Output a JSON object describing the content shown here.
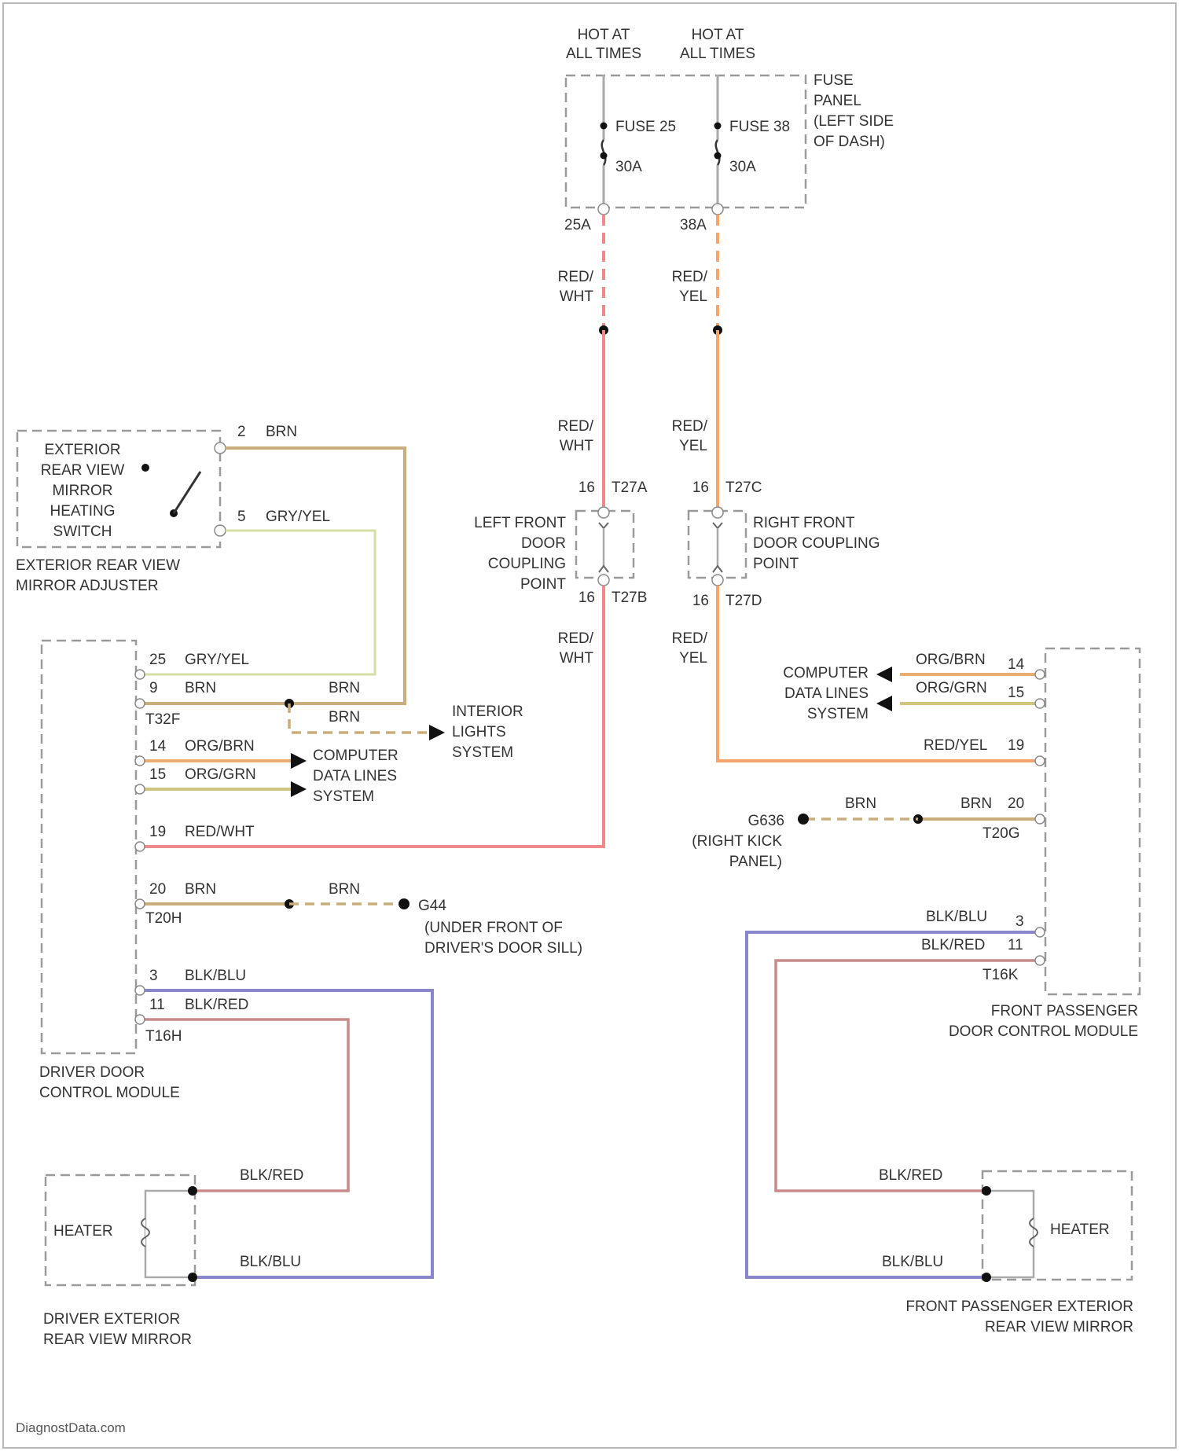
{
  "colors": {
    "red_wht": "#f08a8a",
    "red_yel": "#f4a56e",
    "brn": "#c9ad7a",
    "gry_yel": "#d4dfa6",
    "org_brn": "#e9ad70",
    "org_grn": "#cfc57e",
    "blk_blu": "#8a86cc",
    "blk_red": "#c98a8a",
    "fuse_wire": "#aaaaaa"
  },
  "labels": {
    "hot1_a": "HOT AT",
    "hot1_b": "ALL TIMES",
    "hot2_a": "HOT AT",
    "hot2_b": "ALL TIMES",
    "fuse_panel_1": "FUSE",
    "fuse_panel_2": "PANEL",
    "fuse_panel_3": "(LEFT SIDE",
    "fuse_panel_4": "OF DASH)",
    "fuse25": "FUSE 25",
    "fuse25_amps": "30A",
    "fuse38": "FUSE 38",
    "fuse38_amps": "30A",
    "term25a": "25A",
    "term38a": "38A",
    "w_redwht_1a": "RED/",
    "w_redwht_1b": "WHT",
    "w_redyel_1a": "RED/",
    "w_redyel_1b": "YEL",
    "w_redwht_2a": "RED/",
    "w_redwht_2b": "WHT",
    "w_redyel_2a": "RED/",
    "w_redyel_2b": "YEL",
    "w_redwht_3a": "RED/",
    "w_redwht_3b": "WHT",
    "w_redyel_3a": "RED/",
    "w_redyel_3b": "YEL",
    "lf_pin_top": "16",
    "lf_conn_top": "T27A",
    "lf_pin_bot": "16",
    "lf_conn_bot": "T27B",
    "rf_pin_top": "16",
    "rf_conn_top": "T27C",
    "rf_pin_bot": "16",
    "rf_conn_bot": "T27D",
    "lf_coupling_1": "LEFT FRONT",
    "lf_coupling_2": "DOOR",
    "lf_coupling_3": "COUPLING",
    "lf_coupling_4": "POINT",
    "rf_coupling_1": "RIGHT FRONT",
    "rf_coupling_2": "DOOR COUPLING",
    "rf_coupling_3": "POINT",
    "switch_1": "EXTERIOR",
    "switch_2": "REAR VIEW",
    "switch_3": "MIRROR",
    "switch_4": "HEATING",
    "switch_5": "SWITCH",
    "adjuster_1": "EXTERIOR REAR VIEW",
    "adjuster_2": "MIRROR ADJUSTER",
    "sw_pin2": "2",
    "sw_brn": "BRN",
    "sw_pin5": "5",
    "sw_gryyel": "GRY/YEL",
    "d_pin25": "25",
    "d_gryyel": "GRY/YEL",
    "d_pin9": "9",
    "d_brn": "BRN",
    "d_brn_right": "BRN",
    "d_brn_dash": "BRN",
    "d_t32f": "T32F",
    "d_pin14": "14",
    "d_orgbrn": "ORG/BRN",
    "d_pin15": "15",
    "d_orggrn": "ORG/GRN",
    "d_pin19": "19",
    "d_redwht": "RED/WHT",
    "d_pin20": "20",
    "d_brn20": "BRN",
    "d_t20h": "T20H",
    "d_brn_gnd": "BRN",
    "gnd44": "G44",
    "gnd44_1": "(UNDER FRONT OF",
    "gnd44_2": "DRIVER'S DOOR SILL)",
    "interior_1": "INTERIOR",
    "interior_2": "LIGHTS",
    "interior_3": "SYSTEM",
    "cdl_l1": "COMPUTER",
    "cdl_l2": "DATA LINES",
    "cdl_l3": "SYSTEM",
    "d_pin3": "3",
    "d_blkblu": "BLK/BLU",
    "d_pin11": "11",
    "d_blkred": "BLK/RED",
    "d_t16h": "T16H",
    "driver_module_1": "DRIVER DOOR",
    "driver_module_2": "CONTROL MODULE",
    "dh_blkred": "BLK/RED",
    "dh_blkblu": "BLK/BLU",
    "dh_heater": "HEATER",
    "driver_mirror_1": "DRIVER EXTERIOR",
    "driver_mirror_2": "REAR VIEW MIRROR",
    "p_orgbrn": "ORG/BRN",
    "p_pin14": "14",
    "p_orggrn": "ORG/GRN",
    "p_pin15": "15",
    "cdl_r1": "COMPUTER",
    "cdl_r2": "DATA LINES",
    "cdl_r3": "SYSTEM",
    "p_redyel": "RED/YEL",
    "p_pin19": "19",
    "p_brn_dash": "BRN",
    "p_brn20": "BRN",
    "p_pin20": "20",
    "p_t20g": "T20G",
    "gnd36": "G636",
    "gnd36_1": "(RIGHT KICK",
    "gnd36_2": "PANEL)",
    "p_blkblu": "BLK/BLU",
    "p_pin3": "3",
    "p_blkred": "BLK/RED",
    "p_pin11": "11",
    "p_t16k": "T16K",
    "pass_module_1": "FRONT PASSENGER",
    "pass_module_2": "DOOR CONTROL MODULE",
    "ph_blkred": "BLK/RED",
    "ph_blkblu": "BLK/BLU",
    "ph_heater": "HEATER",
    "pass_mirror_1": "FRONT PASSENGER EXTERIOR",
    "pass_mirror_2": "REAR VIEW MIRROR",
    "watermark": "DiagnostData.com"
  }
}
